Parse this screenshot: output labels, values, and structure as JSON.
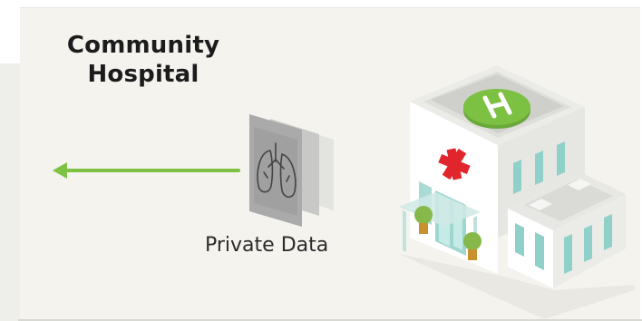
{
  "title": {
    "line1": "Community",
    "line2": "Hospital"
  },
  "data_label": "Private Data",
  "colors": {
    "arrow": "#7dc243",
    "helipad": "#7cc142",
    "cross": "#e0262c",
    "window": "#8fd0c8",
    "building": "#f2f2f2",
    "panel": "#f4f3ee"
  },
  "icons": {
    "arrow": "left-arrow-icon",
    "scan": "lung-scan-icon",
    "hospital": "hospital-building-icon"
  }
}
